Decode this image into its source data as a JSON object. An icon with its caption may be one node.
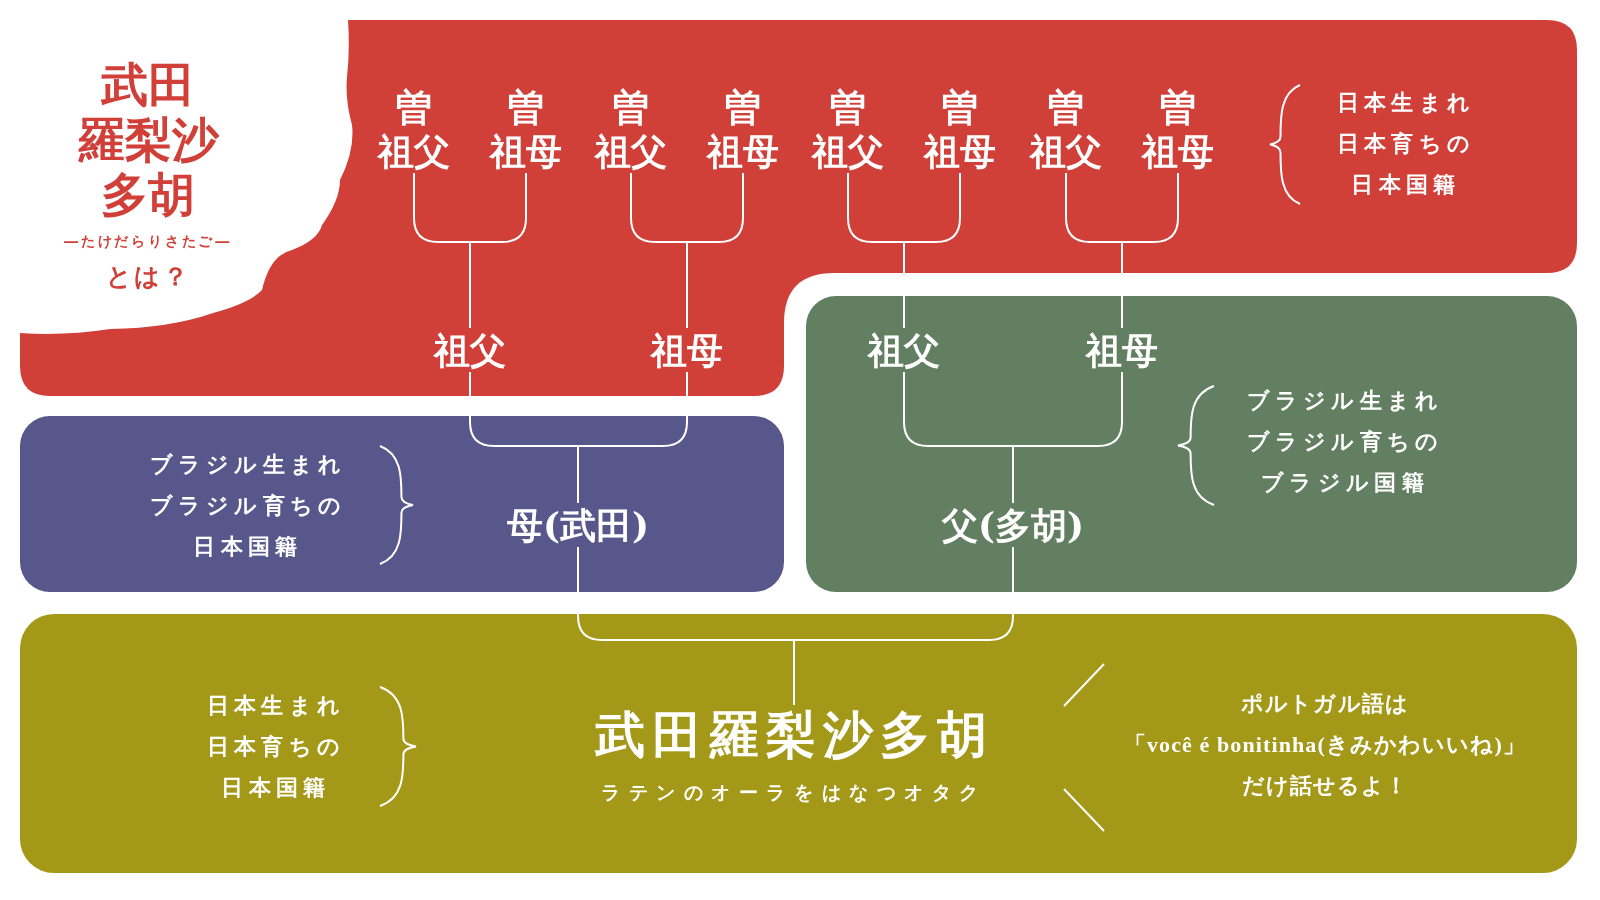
{
  "diagram": {
    "title": "武田羅梨沙多胡",
    "nodes": [
      {
        "text": [
          "日本生まれ日本育ちの日本国籍"
        ]
      },
      {
        "text": [
          "曽祖父"
        ],
        "in": 0
      },
      {
        "text": [
          "曽祖母"
        ],
        "in": 0
      },
      {
        "text": [
          "曽祖父"
        ],
        "in": 0
      },
      {
        "text": [
          "曽祖母"
        ],
        "in": 0
      },
      {
        "text": [
          "曽祖父"
        ],
        "in": 0
      },
      {
        "text": [
          "曽祖母"
        ],
        "in": 0
      },
      {
        "text": [
          "曽祖父"
        ],
        "in": 0
      },
      {
        "text": [
          "曽祖母"
        ],
        "in": 0
      },
      {
        "text": [
          "祖父"
        ],
        "in": 0
      },
      {
        "text": [
          "祖母"
        ],
        "in": 0
      },
      {
        "text": [
          "ブラジル生まれブラジル育ちの日本国籍"
        ]
      },
      {
        "text": [
          "母(武田)"
        ],
        "in": 11
      },
      {
        "text": [
          "ブラジル生まれブラジル育ちのブラジル国籍"
        ]
      },
      {
        "text": [
          "祖父"
        ],
        "in": 13
      },
      {
        "text": [
          "祖母"
        ],
        "in": 13
      },
      {
        "text": [
          "父(多胡)"
        ],
        "in": 13
      },
      {
        "text": [
          "日本生まれ日本育ちの日本国籍"
        ]
      },
      {
        "text": [
          "武田羅梨沙多胡",
          "ラテンのオーラをはなつオタク"
        ],
        "in": 17
      }
    ],
    "edges": [
      {
        "from": 1,
        "to": 9,
        "arrow": "none"
      },
      {
        "from": 2,
        "to": 9,
        "arrow": "none"
      },
      {
        "from": 3,
        "to": 10,
        "arrow": "none"
      },
      {
        "from": 4,
        "to": 10,
        "arrow": "none"
      },
      {
        "from": 5,
        "to": 14,
        "arrow": "none"
      },
      {
        "from": 6,
        "to": 14,
        "arrow": "none"
      },
      {
        "from": 7,
        "to": 15,
        "arrow": "none"
      },
      {
        "from": 8,
        "to": 15,
        "arrow": "none"
      },
      {
        "from": 9,
        "to": 12,
        "arrow": "none"
      },
      {
        "from": 10,
        "to": 12,
        "arrow": "none"
      },
      {
        "from": 14,
        "to": 16,
        "arrow": "none"
      },
      {
        "from": 15,
        "to": 16,
        "arrow": "none"
      },
      {
        "from": 12,
        "to": 18,
        "arrow": "none"
      },
      {
        "from": 16,
        "to": 18,
        "arrow": "none"
      }
    ],
    "labels": [
      "―たけだらりさたご―",
      "とは？",
      "ポルトガル語は「você é bonitinha(きみかわいいね)」だけ話せるよ！"
    ]
  }
}
